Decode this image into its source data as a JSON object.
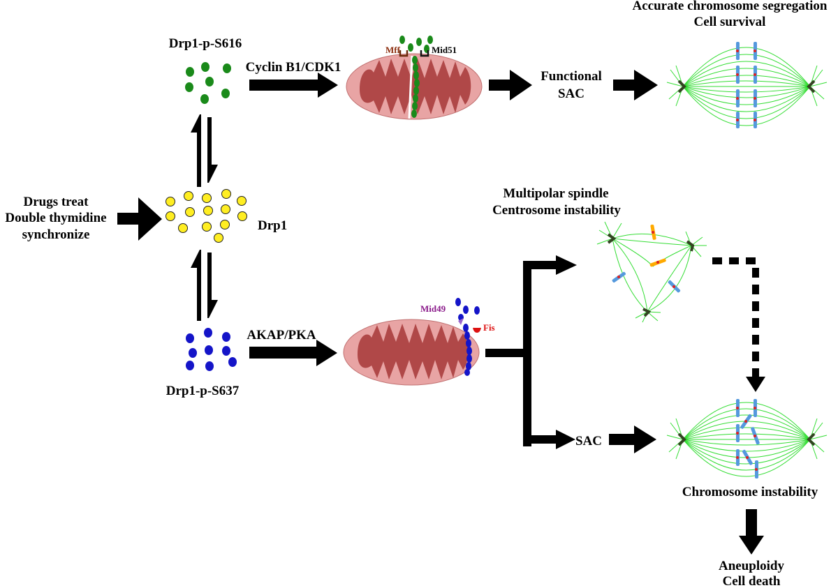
{
  "labels": {
    "drugs_line1": "Drugs treat",
    "drugs_line2": "Double thymidine",
    "drugs_line3": "synchronize",
    "drp1": "Drp1",
    "drp1_s616": "Drp1-p-S616",
    "drp1_s637": "Drp1-p-S637",
    "cyclin": "Cyclin B1/CDK1",
    "akap": "AKAP/PKA",
    "mff": "Mff",
    "mid51": "Mid51",
    "mid49": "Mid49",
    "fis": "Fis",
    "functional_sac_1": "Functional",
    "functional_sac_2": "SAC",
    "accurate_1": "Accurate chromosome segregation",
    "accurate_2": "Cell survival",
    "multipolar_1": "Multipolar spindle",
    "multipolar_2": "Centrosome instability",
    "sac": "SAC",
    "chrom_instability": "Chromosome instability",
    "aneuploidy_1": "Aneuploidy",
    "aneuploidy_2": "Cell death"
  },
  "colors": {
    "drp1_yellow": "#ffee22",
    "s616_green": "#1a8a1a",
    "s637_blue": "#1414c8",
    "mito_outer": "#e8a4a4",
    "mito_inner": "#b04848",
    "spindle_green": "#33dd33",
    "chromosome_blue": "#5599dd",
    "kinetochore_red": "#dd2222",
    "mff_brown": "#8b2c0c",
    "mid49_purple": "#8a1a8a",
    "fis_red": "#dd1111"
  }
}
